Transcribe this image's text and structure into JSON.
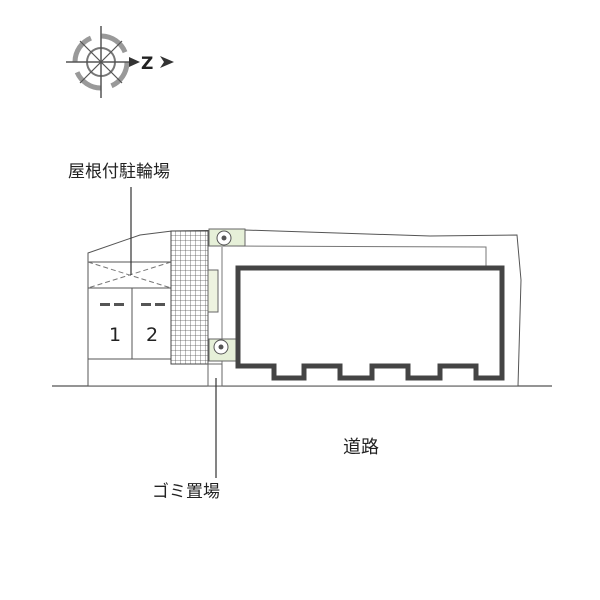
{
  "compass": {
    "letter": "Z",
    "icon": "north-arrow-compass-icon"
  },
  "labels": {
    "covered_bicycle_parking": "屋根付駐輪場",
    "garbage_area": "ゴミ置場",
    "road": "道路"
  },
  "parking_spaces": [
    "1",
    "2"
  ],
  "colors": {
    "line": "#333333",
    "hatch": "#555555",
    "green": "#e6f0d8"
  }
}
